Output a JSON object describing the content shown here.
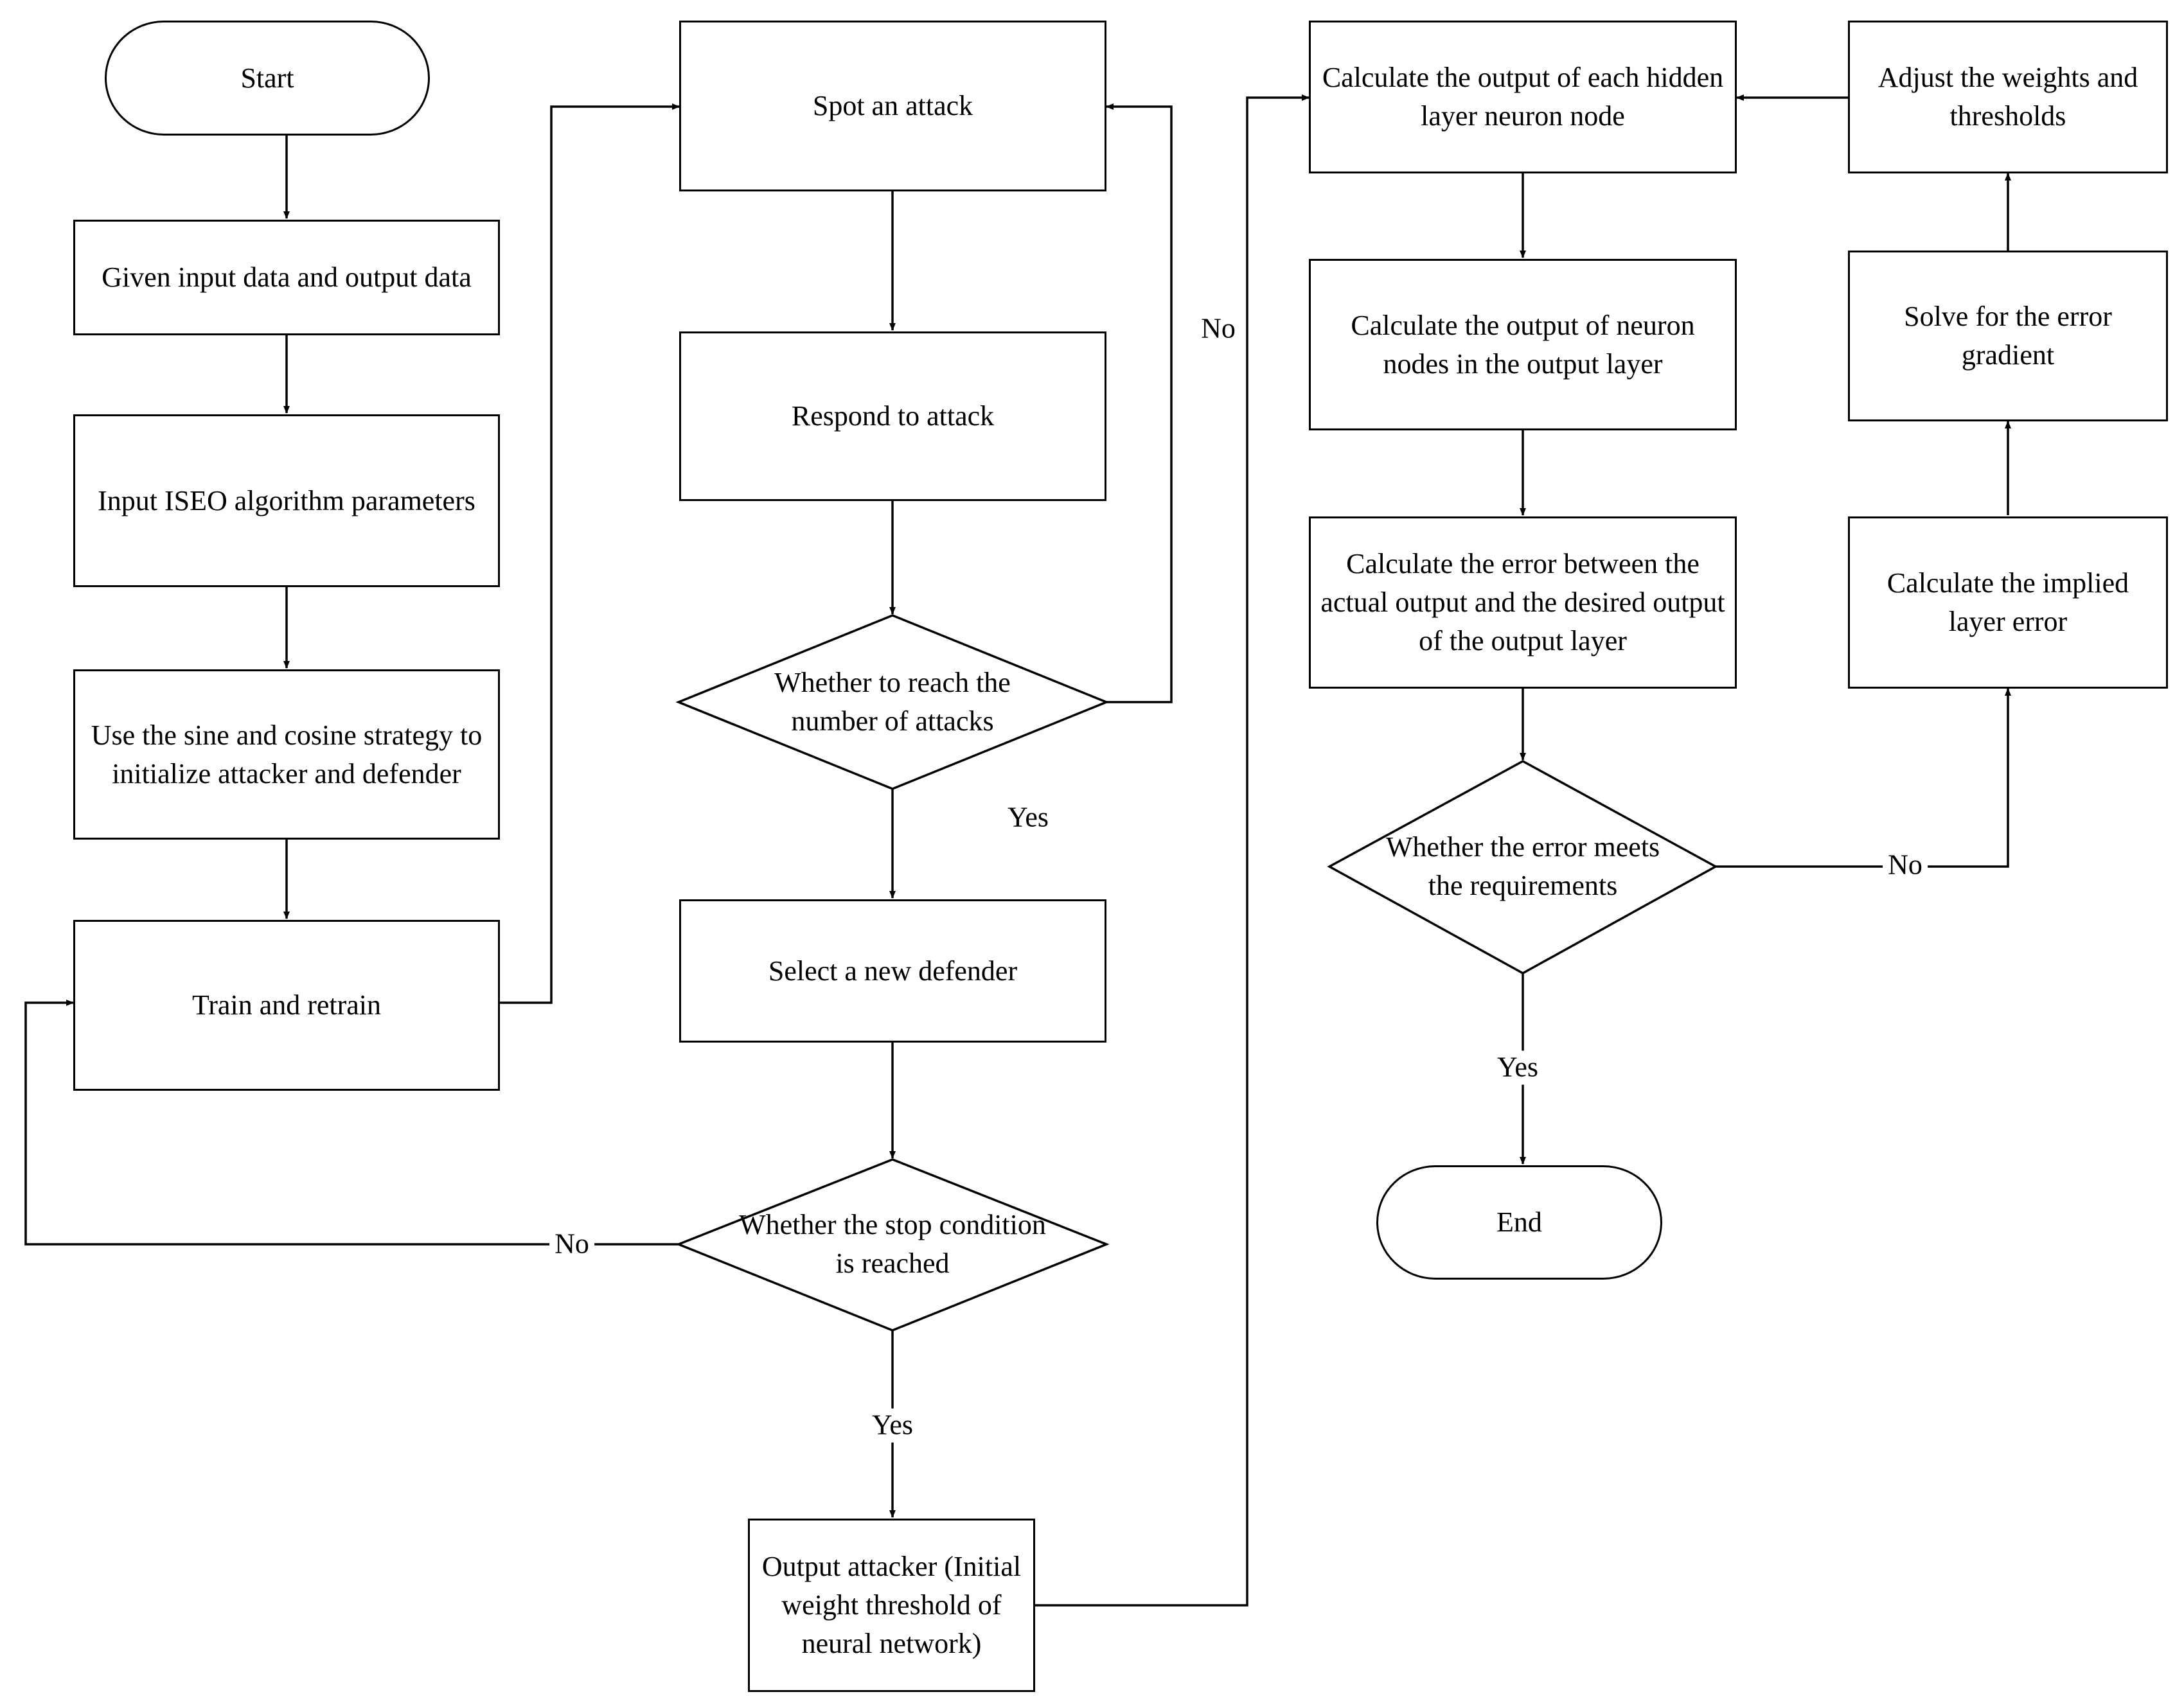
{
  "nodes": {
    "start": "Start",
    "given_input": "Given input data and output data",
    "input_iseo": "Input ISEO algorithm parameters",
    "sine_cosine": "Use the sine and cosine strategy to initialize attacker and defender",
    "train": "Train and retrain",
    "spot": "Spot an attack",
    "respond": "Respond  to attack",
    "reach_attacks": "Whether to reach the number of attacks",
    "select_defender": "Select a new defender",
    "stop_condition": "Whether the stop condition is reached",
    "output_attacker": "Output attacker (Initial weight threshold of neural network)",
    "calc_hidden": "Calculate the output of each hidden layer neuron node",
    "calc_output": "Calculate  the output of neuron nodes in the output layer",
    "calc_error": "Calculate the error between the actual output and the desired output of the output layer",
    "error_req": "Whether the error meets the requirements",
    "end": "End",
    "implied_error": "Calculate the implied layer error",
    "gradient": "Solve for the error gradient",
    "adjust": "Adjust the weights and thresholds"
  },
  "labels": {
    "no_attacks": "No",
    "yes_attacks": "Yes",
    "no_stop": "No",
    "yes_stop": "Yes",
    "no_error": "No",
    "yes_error": "Yes"
  },
  "colors": {
    "stroke": "#000000",
    "background": "#ffffff"
  }
}
